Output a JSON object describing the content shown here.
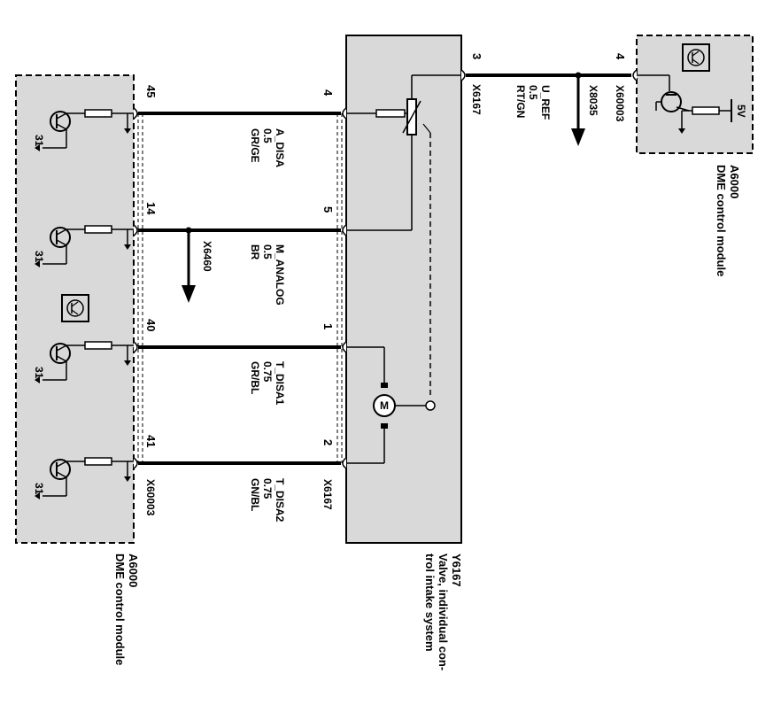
{
  "left_module": {
    "id": "A6000",
    "name": "DME control module",
    "connector": "X60003",
    "ground_label": "31",
    "pins": [
      "45",
      "14",
      "40",
      "41"
    ]
  },
  "right_module": {
    "id": "A6000",
    "name": "DME control module",
    "connector": "X60003",
    "pin": "4",
    "voltage": "5V"
  },
  "valve": {
    "id": "Y6167",
    "name_line1": "Valve, individual con-",
    "name_line2": "trol intake system",
    "connector": "X6167",
    "pins": [
      "4",
      "5",
      "1",
      "2",
      "3"
    ],
    "motor_symbol": "M"
  },
  "wires": [
    {
      "signal": "A_DISA",
      "size": "0.5",
      "color": "GR/GE"
    },
    {
      "signal": "M_ANALOG",
      "size": "0.5",
      "color": "BR"
    },
    {
      "signal": "T_DISA1",
      "size": "0.75",
      "color": "GR/BL"
    },
    {
      "signal": "T_DISA2",
      "size": "0.75",
      "color": "GN/BL"
    }
  ],
  "ref_wire": {
    "signal": "U_REF",
    "size": "0.5",
    "color": "RT/GN"
  },
  "ground_connector": "X6460",
  "ref_connector": "X8035",
  "colors": {
    "module_fill": "#d9d9d9",
    "line": "#000000"
  }
}
